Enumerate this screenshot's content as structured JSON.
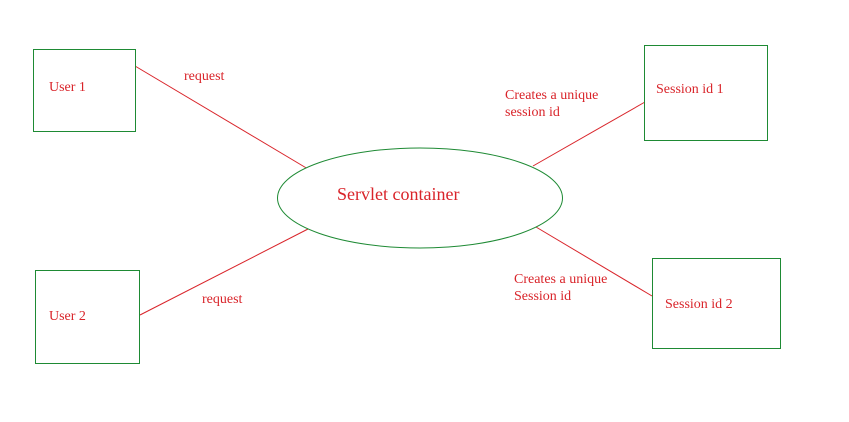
{
  "diagram": {
    "colors": {
      "box_border": "#1e8a34",
      "connector": "#d9242a",
      "text": "#d9242a"
    },
    "nodes": {
      "user1": "User 1",
      "user2": "User 2",
      "container": "Servlet container",
      "session1": "Session id 1",
      "session2": "Session id 2"
    },
    "edges": {
      "user1_to_container": "request",
      "user2_to_container": "request",
      "container_to_session1": [
        "Creates a unique",
        "session id"
      ],
      "container_to_session2": [
        "Creates a unique",
        "Session id"
      ]
    }
  }
}
